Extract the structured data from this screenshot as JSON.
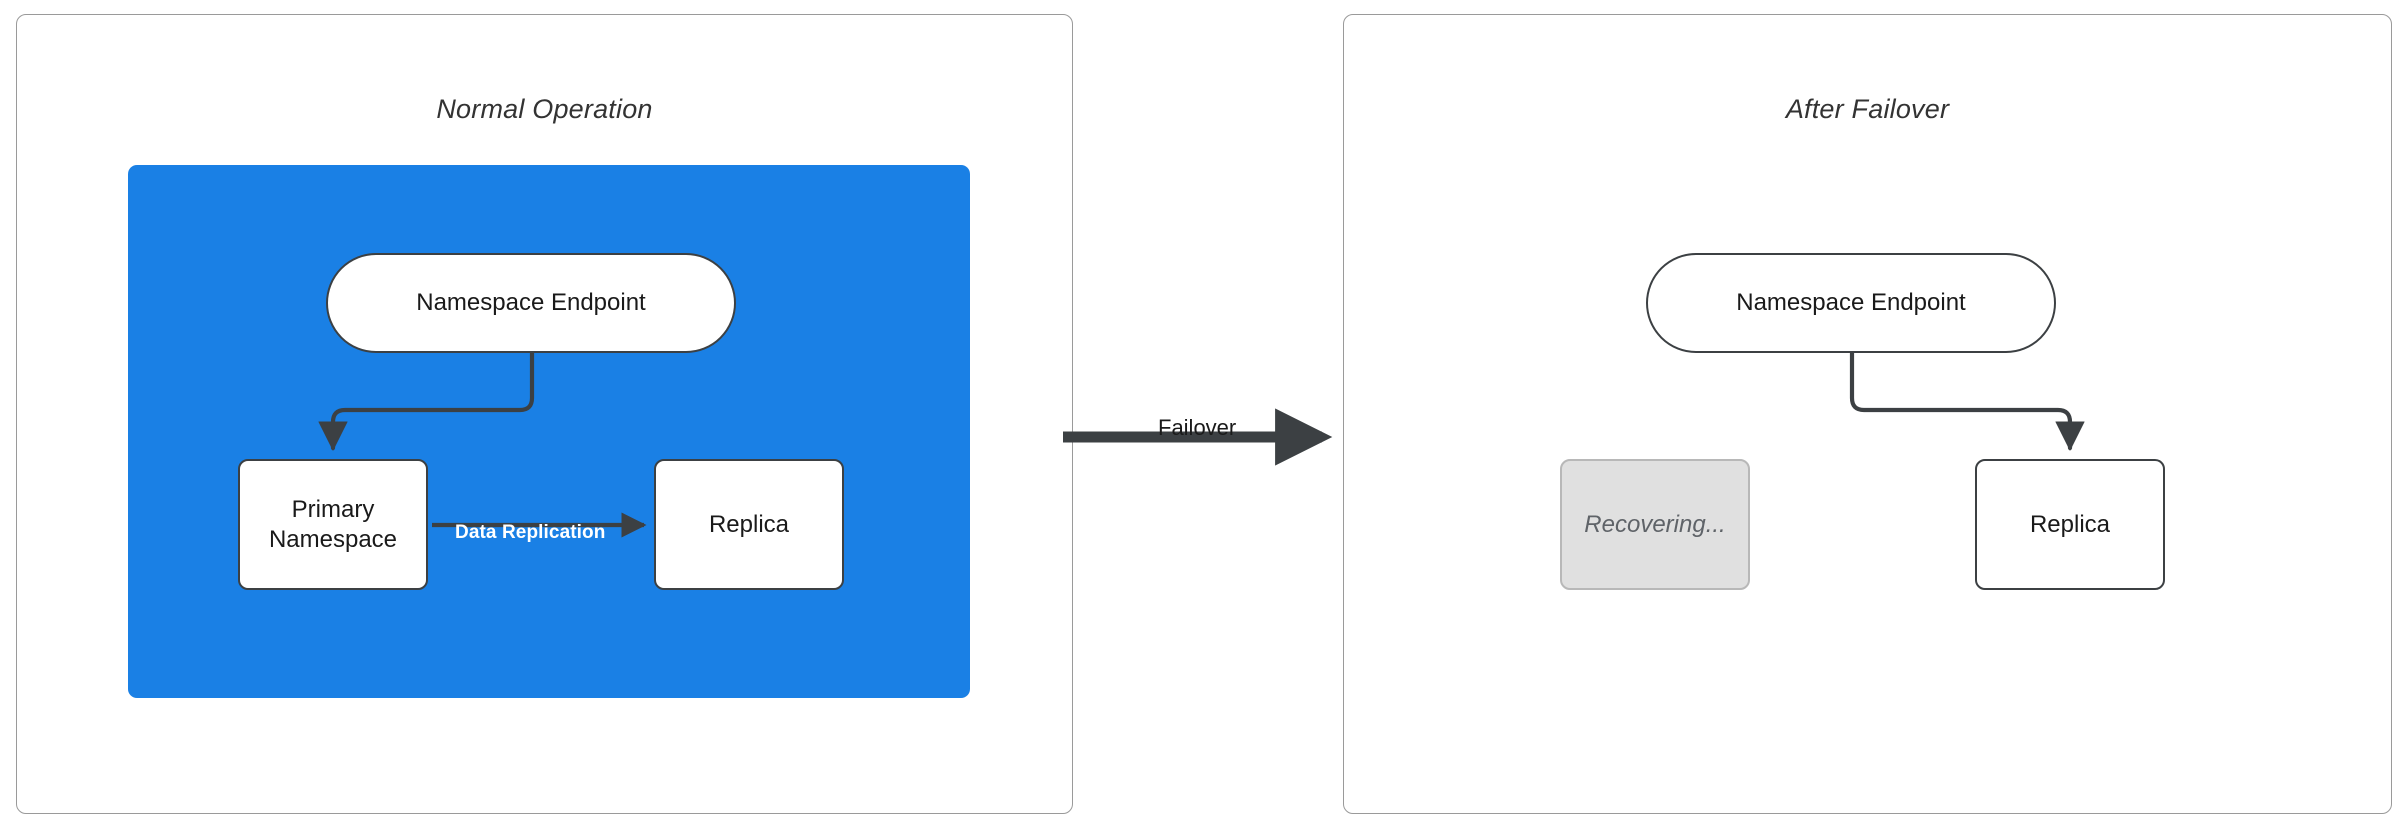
{
  "diagram": {
    "title_left": "Normal Operation",
    "title_right": "After Failover",
    "colors": {
      "region_blue": "#1a80e5",
      "node_white": "#ffffff",
      "node_muted": "#e0e0e0",
      "stroke_dark": "#3c4043",
      "panel_border": "#9a9a9a",
      "replication_label": "#ffffff"
    }
  },
  "panels": [
    {
      "id": "normal-operation",
      "title": "Normal Operation",
      "nodes": [
        {
          "id": "namespace-endpoint-left",
          "label": "Namespace Endpoint",
          "shape": "pill",
          "state": "active"
        },
        {
          "id": "primary-namespace",
          "label": "Primary\nNamespace",
          "line1": "Primary",
          "line2": "Namespace",
          "shape": "rounded-rect",
          "state": "active"
        },
        {
          "id": "replica-left",
          "label": "Replica",
          "shape": "rounded-rect",
          "state": "active"
        }
      ],
      "edges": [
        {
          "id": "endpoint-to-primary",
          "from": "namespace-endpoint-left",
          "to": "primary-namespace",
          "label": ""
        },
        {
          "id": "primary-to-replica",
          "from": "primary-namespace",
          "to": "replica-left",
          "label": "Data Replication"
        }
      ]
    },
    {
      "id": "after-failover",
      "title": "After Failover",
      "nodes": [
        {
          "id": "namespace-endpoint-right",
          "label": "Namespace Endpoint",
          "shape": "pill",
          "state": "active"
        },
        {
          "id": "recovering",
          "label": "Recovering...",
          "shape": "rounded-rect",
          "state": "recovering"
        },
        {
          "id": "replica-right",
          "label": "Replica",
          "shape": "rounded-rect",
          "state": "active"
        }
      ],
      "edges": [
        {
          "id": "endpoint-to-replica",
          "from": "namespace-endpoint-right",
          "to": "replica-right",
          "label": ""
        }
      ]
    }
  ],
  "transition": {
    "id": "failover-transition",
    "label": "Failover",
    "from_panel": "normal-operation",
    "to_panel": "after-failover"
  },
  "labels": {
    "namespace_endpoint": "Namespace Endpoint",
    "primary_line1": "Primary",
    "primary_line2": "Namespace",
    "replica": "Replica",
    "recovering": "Recovering...",
    "data_replication": "Data Replication",
    "failover": "Failover"
  }
}
